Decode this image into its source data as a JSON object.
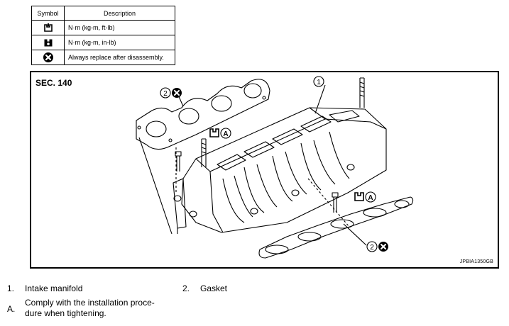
{
  "legend": {
    "header_symbol": "Symbol",
    "header_description": "Description",
    "rows": [
      {
        "icon": "torque-wrench-icon",
        "description": "N·m (kg-m, ft-lb)"
      },
      {
        "icon": "torque-wrench-filled-icon",
        "description": "N·m (kg-m, in-lb)"
      },
      {
        "icon": "replace-part-icon",
        "description": "Always replace after disassembly."
      }
    ]
  },
  "diagram": {
    "section": "SEC. 140",
    "figure_code": "JPBIA1350GB",
    "callouts": {
      "part_1": "1",
      "part_2": "2",
      "torque_a": "A"
    }
  },
  "parts": [
    {
      "number": "1.",
      "name": "Intake manifold"
    },
    {
      "number": "2.",
      "name": "Gasket"
    }
  ],
  "notes": [
    {
      "letter": "A.",
      "line1": "Comply with the installation proce-",
      "line2": "dure when tightening."
    }
  ]
}
